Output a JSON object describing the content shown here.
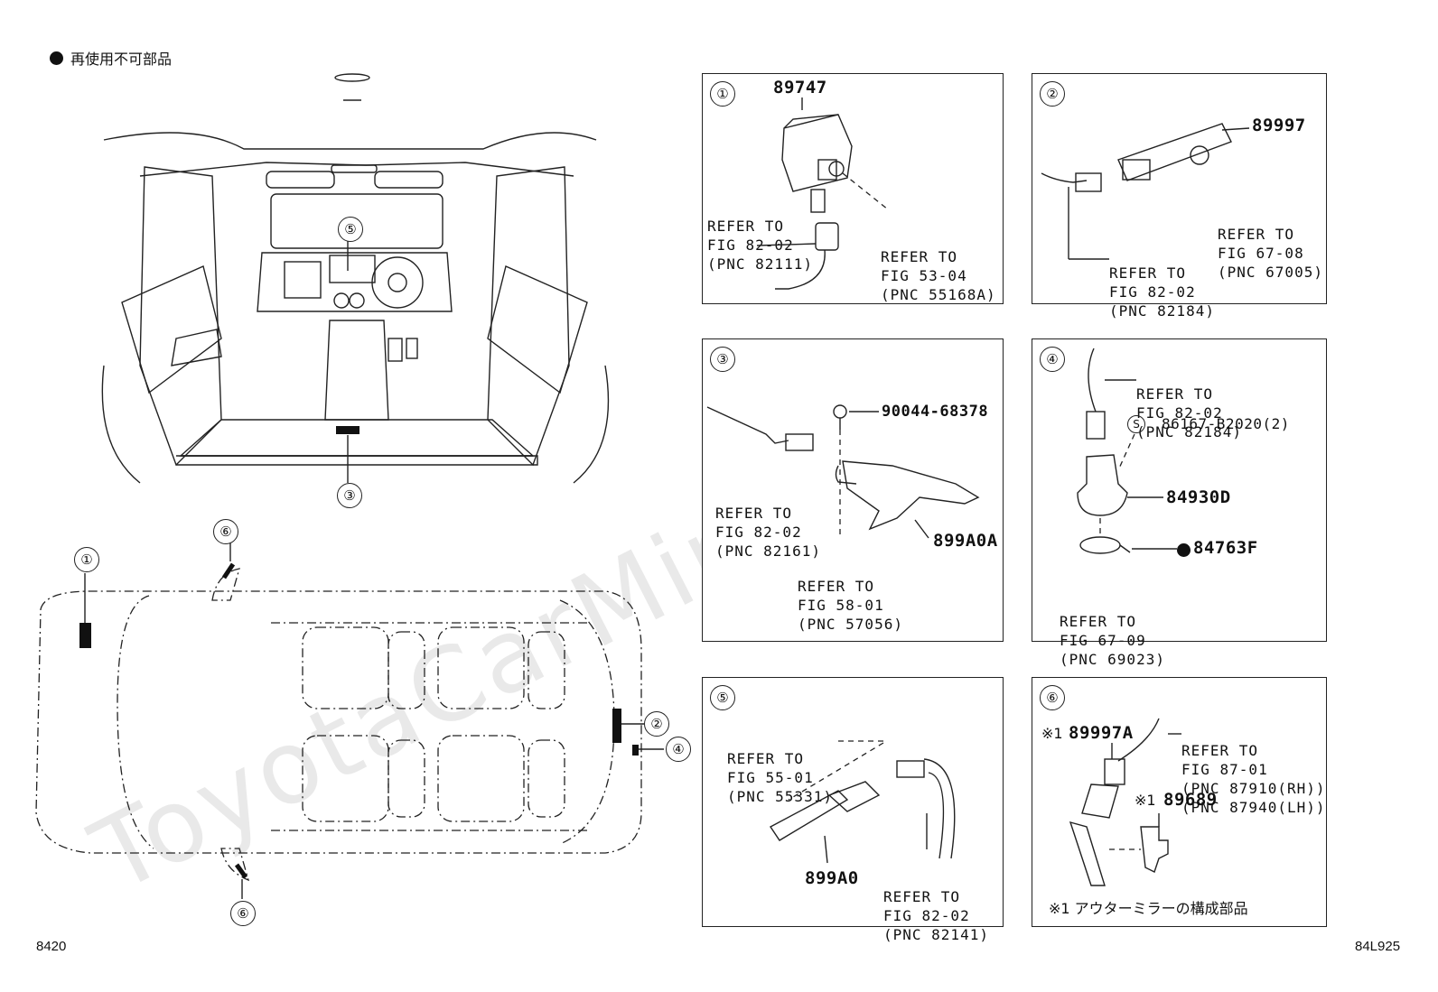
{
  "legend": {
    "icon": "filled-circle-icon",
    "text": "再使用不可部品"
  },
  "figure_code": "8420",
  "illustration_code": "84L925",
  "overview": {
    "callouts": [
      "①",
      "②",
      "③",
      "④",
      "⑤",
      "⑥"
    ]
  },
  "panels": [
    {
      "id": "1",
      "marker": "①",
      "parts": [
        "89747"
      ],
      "refs": [
        {
          "line1": "REFER TO",
          "line2": "FIG 82-02",
          "line3": "(PNC 82111)"
        },
        {
          "line1": "REFER TO",
          "line2": "FIG 53-04",
          "line3": "(PNC 55168A)"
        }
      ]
    },
    {
      "id": "2",
      "marker": "②",
      "parts": [
        "89997"
      ],
      "refs": [
        {
          "line1": "REFER TO",
          "line2": "FIG 67-08",
          "line3": "(PNC 67005)"
        },
        {
          "line1": "REFER TO",
          "line2": "FIG 82-02",
          "line3": "(PNC 82184)"
        }
      ]
    },
    {
      "id": "3",
      "marker": "③",
      "parts": [
        "90044-68378",
        "899A0A"
      ],
      "refs": [
        {
          "line1": "REFER TO",
          "line2": "FIG 82-02",
          "line3": "(PNC 82161)"
        },
        {
          "line1": "REFER TO",
          "line2": "FIG 58-01",
          "line3": "(PNC 57056)"
        }
      ]
    },
    {
      "id": "4",
      "marker": "④",
      "parts": [
        "86167-B2020(2)",
        "84930D",
        "84763F"
      ],
      "s_mark": "S",
      "refs": [
        {
          "line1": "REFER TO",
          "line2": "FIG 82-02",
          "line3": "(PNC 82184)"
        },
        {
          "line1": "REFER TO",
          "line2": "FIG 67-09",
          "line3": "(PNC 69023)"
        }
      ]
    },
    {
      "id": "5",
      "marker": "⑤",
      "parts": [
        "899A0"
      ],
      "refs": [
        {
          "line1": "REFER TO",
          "line2": "FIG 55-01",
          "line3": "(PNC 55331)"
        },
        {
          "line1": "REFER TO",
          "line2": "FIG 82-02",
          "line3": "(PNC 82141)"
        }
      ]
    },
    {
      "id": "6",
      "marker": "⑥",
      "parts": [
        "89997A",
        "89689"
      ],
      "note_mark": "※1",
      "refs": [
        {
          "line1": "REFER TO",
          "line2": "FIG 87-01",
          "line3": "(PNC 87910(RH))",
          "line4": "(PNC 87940(LH))"
        }
      ],
      "footnote": "※1 アウターミラーの構成部品"
    }
  ],
  "watermark": "ToyotaCarMine.ru"
}
